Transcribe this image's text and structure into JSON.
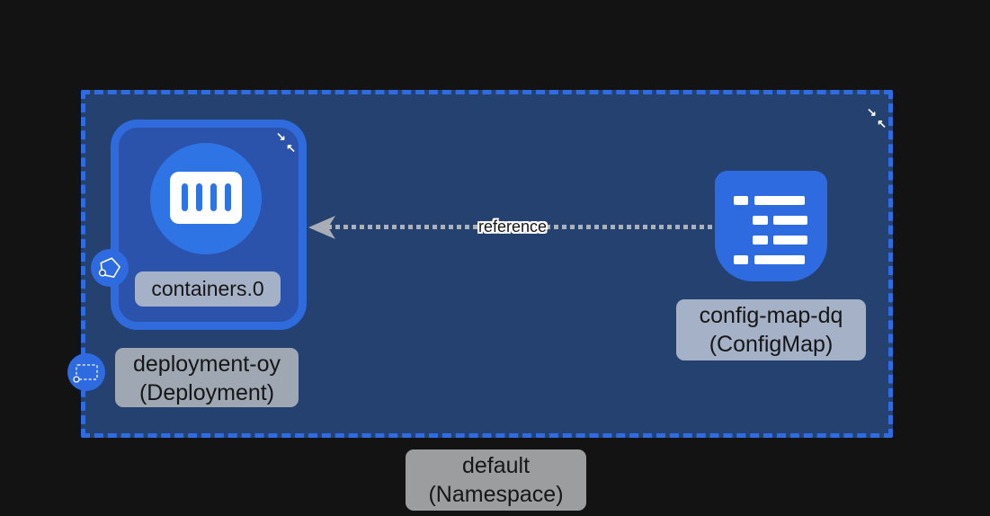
{
  "colors": {
    "bg": "#131313",
    "ns_fill": "#254170",
    "ns_border": "#2f6ce2",
    "dep_fill": "#2b53ab",
    "dep_border": "#2f6bdd",
    "node_blue": "#2f74e4",
    "icon_blue": "#2f6be0",
    "label_blue_bg": "#a4b1c7",
    "label_gray_bg": "#9ea7b2",
    "label_plain_bg": "#9b9d9f",
    "label_text": "#161616",
    "edge_gray": "#abb1b9"
  },
  "namespace": {
    "line1": "default",
    "line2": "(Namespace)"
  },
  "deployment": {
    "line1": "deployment-oy",
    "line2": "(Deployment)",
    "container_label": "containers.0"
  },
  "configmap": {
    "line1": "config-map-dq",
    "line2": "(ConfigMap)"
  },
  "edge": {
    "label": "reference"
  },
  "icons": {
    "collapse_a": "↘",
    "collapse_b": "↖",
    "container": "container-bars-icon",
    "pod_badge": "pentagon-outline-icon",
    "deployment_badge": "dashed-rect-icon",
    "configmap": "list-lines-icon",
    "arrowhead": "left-dart-icon"
  }
}
